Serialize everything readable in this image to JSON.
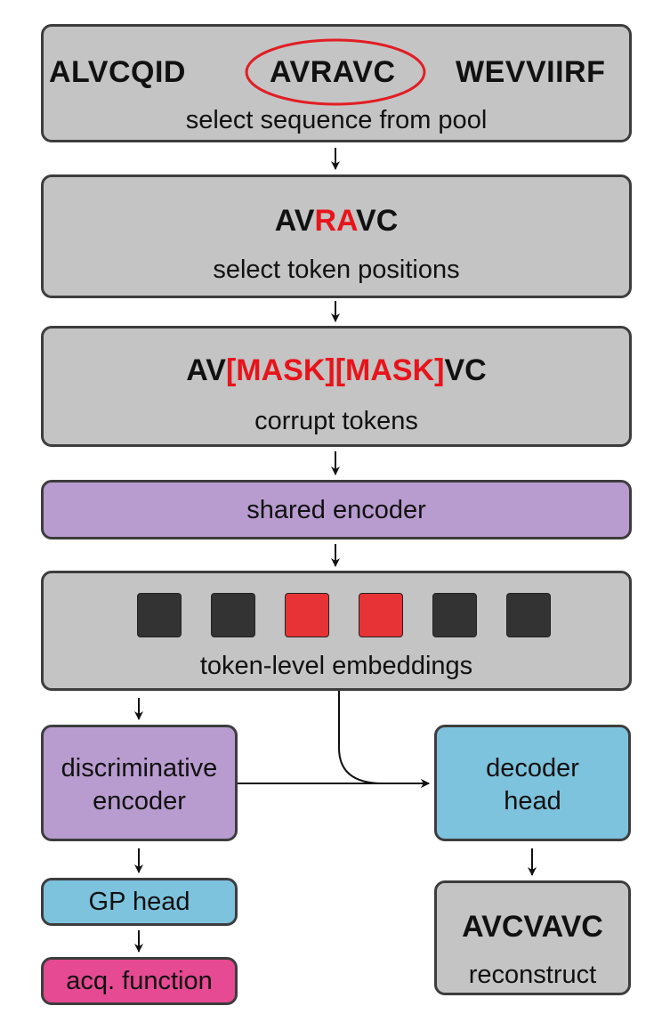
{
  "pool": {
    "sequences": [
      "ALVCQID",
      "AVRAVC",
      "WEVVIIRF"
    ],
    "caption": "select sequence from pool"
  },
  "select_positions": {
    "seq_pre": "AV",
    "seq_highlight": "RA",
    "seq_post": "VC",
    "caption": "select token positions"
  },
  "corrupt": {
    "seq_pre": "AV",
    "seq_mask": "[MASK][MASK]",
    "seq_post": "VC",
    "caption": "corrupt tokens"
  },
  "shared_encoder": {
    "label": "shared encoder"
  },
  "embeddings": {
    "tokens": [
      "dark",
      "dark",
      "masked",
      "masked",
      "dark",
      "dark"
    ],
    "caption": "token-level embeddings"
  },
  "discriminative_encoder": {
    "line1": "discriminative",
    "line2": "encoder"
  },
  "decoder_head": {
    "line1": "decoder",
    "line2": "head"
  },
  "gp_head": {
    "label": "GP head"
  },
  "acq_function": {
    "label": "acq. function"
  },
  "reconstruct": {
    "seq": "AVCVAVC",
    "caption": "reconstruct"
  },
  "colors": {
    "box_gray": "#c4c4c4",
    "box_purple": "#b89ccf",
    "box_blue": "#7ec3de",
    "box_pink": "#e54a92",
    "highlight_red": "#e8141b",
    "token_dark": "#333333",
    "token_masked": "#e83336"
  }
}
